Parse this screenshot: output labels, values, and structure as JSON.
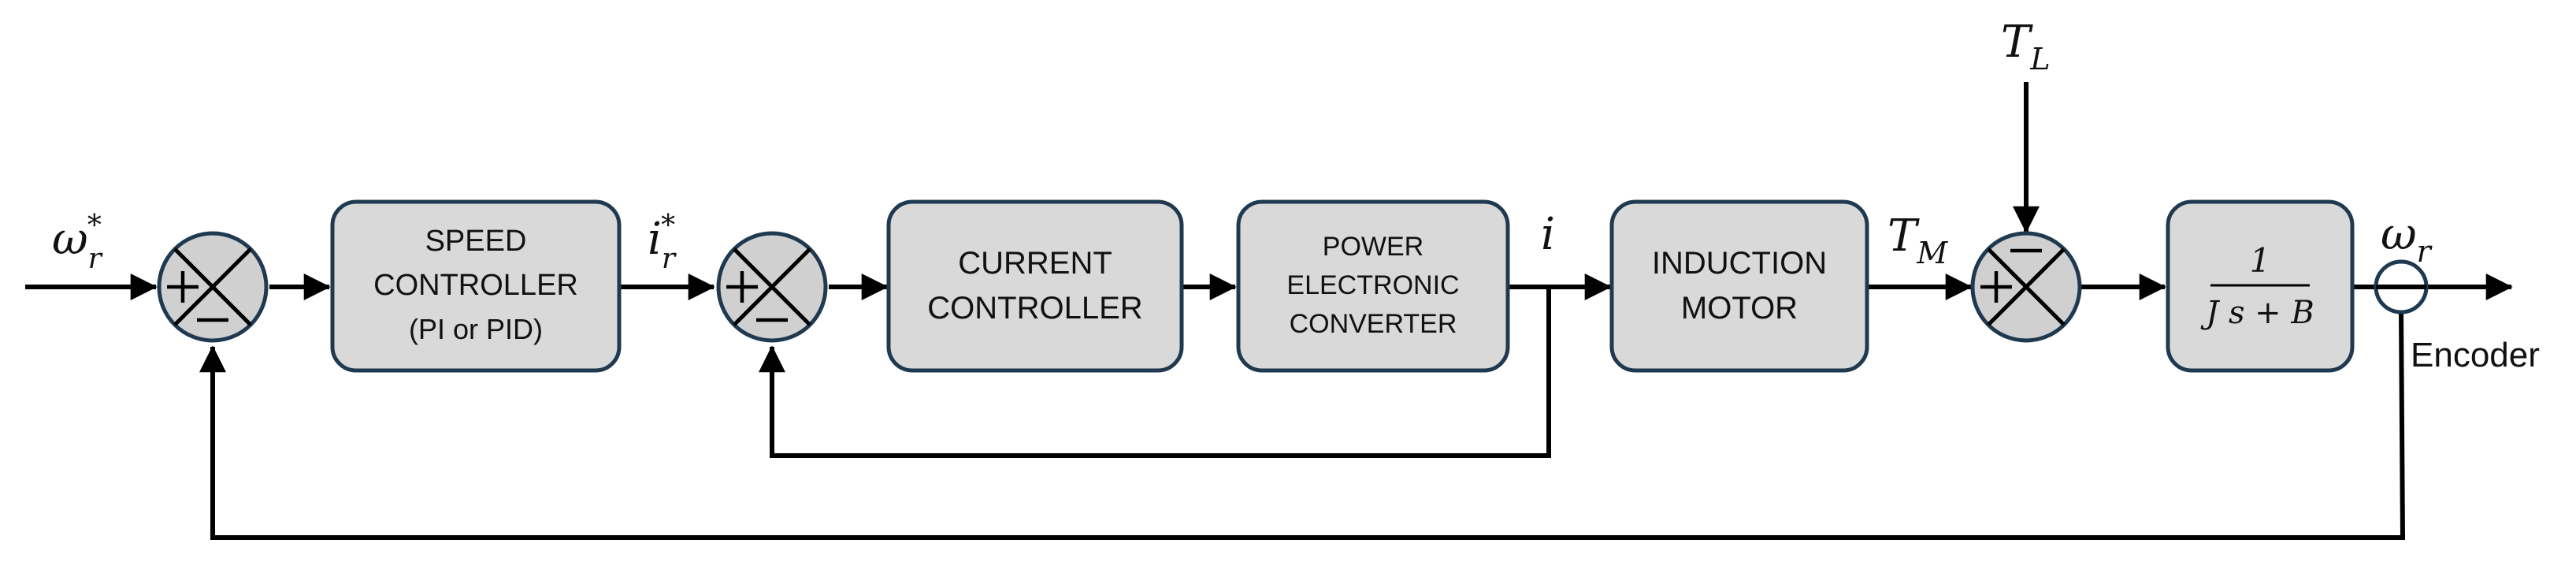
{
  "blocks": {
    "speed_controller": {
      "line1": "SPEED",
      "line2": "CONTROLLER",
      "line3": "(PI or PID)"
    },
    "current_controller": {
      "line1": "CURRENT",
      "line2": "CONTROLLER"
    },
    "power_converter": {
      "line1": "POWER",
      "line2": "ELECTRONIC",
      "line3": "CONVERTER"
    },
    "induction_motor": {
      "line1": "INDUCTION",
      "line2": "MOTOR"
    },
    "transfer_function": {
      "numerator": "1",
      "denominator": "J s + B"
    }
  },
  "signals": {
    "speed_ref": {
      "main": "ω",
      "sub": "r",
      "sup": "*"
    },
    "current_ref": {
      "main": "i",
      "sub": "r",
      "sup": "*"
    },
    "current": {
      "main": "i"
    },
    "motor_torque": {
      "main": "T",
      "sub": "M"
    },
    "load_torque": {
      "main": "T",
      "sub": "L"
    },
    "speed_out": {
      "main": "ω",
      "sub": "r"
    }
  },
  "sensor": {
    "label": "Encoder"
  },
  "summing_junctions": {
    "speed_error": {
      "left_sign": "+",
      "bottom_sign": "−"
    },
    "current_error": {
      "left_sign": "+",
      "bottom_sign": "−"
    },
    "torque_sum": {
      "left_sign": "+",
      "top_sign": "−"
    }
  }
}
